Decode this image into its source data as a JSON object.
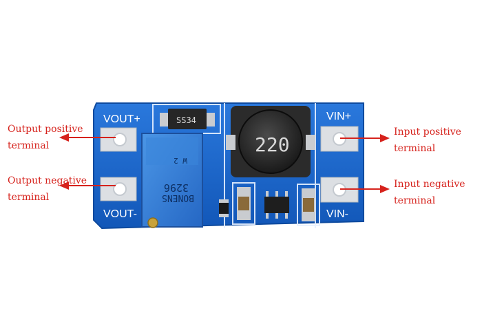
{
  "board": {
    "vout_plus": "VOUT+",
    "vout_minus": "VOUT-",
    "vin_plus": "VIN+",
    "vin_minus": "VIN-",
    "diode_marking": "SS34",
    "inductor_marking": "220",
    "pot_brand": "BONENS",
    "pot_model": "3296",
    "pot_value": "W 2"
  },
  "annotations": {
    "output_positive": "Output positive\nterminal",
    "output_negative": "Output negative\nterminal",
    "input_positive": "Input positive\nterminal",
    "input_negative": "Input negative\nterminal"
  },
  "colors": {
    "pcb_blue": "#1763c9",
    "annotation_red": "#d6221c",
    "silkscreen": "#ffffff",
    "pot_blue": "#2f7fd6"
  }
}
